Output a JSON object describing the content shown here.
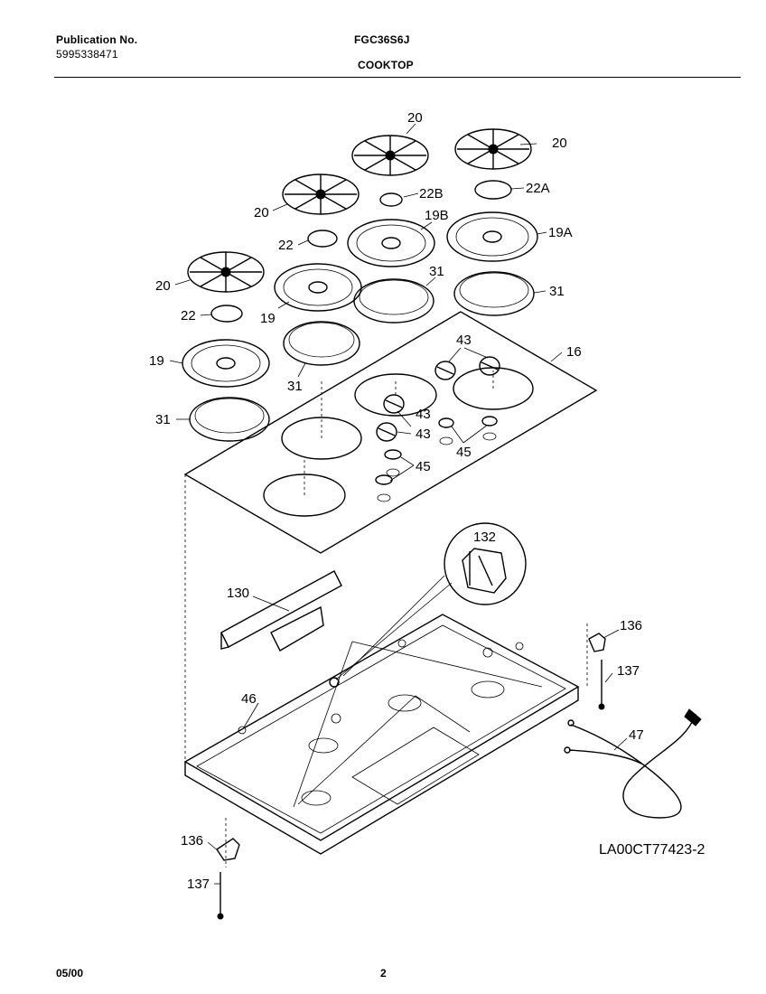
{
  "header": {
    "publication_label": "Publication No.",
    "publication_number": "5995338471",
    "model": "FGC36S6J",
    "section": "COOKTOP"
  },
  "footer": {
    "date": "05/00",
    "page": "2"
  },
  "diagram": {
    "drawing_id": "LA00CT77423-2",
    "callouts": {
      "grate_20_a": "20",
      "grate_20_b": "20",
      "grate_20_c": "20",
      "grate_20_d": "20",
      "cap_22b": "22B",
      "cap_22a": "22A",
      "cap_22_a": "22",
      "cap_22_b": "22",
      "head_19b": "19B",
      "head_19a": "19A",
      "head_19_a": "19",
      "head_19_b": "19",
      "ring_31_a": "31",
      "ring_31_b": "31",
      "ring_31_c": "31",
      "ring_31_d": "31",
      "top_16": "16",
      "knob_43_a": "43",
      "knob_43_b": "43",
      "knob_43_c": "43",
      "seal_45_a": "45",
      "seal_45_b": "45",
      "ignitor_132": "132",
      "bracket_130": "130",
      "bracket_136_a": "136",
      "bracket_136_b": "136",
      "screw_137_a": "137",
      "screw_137_b": "137",
      "pan_46": "46",
      "cord_47": "47"
    }
  }
}
